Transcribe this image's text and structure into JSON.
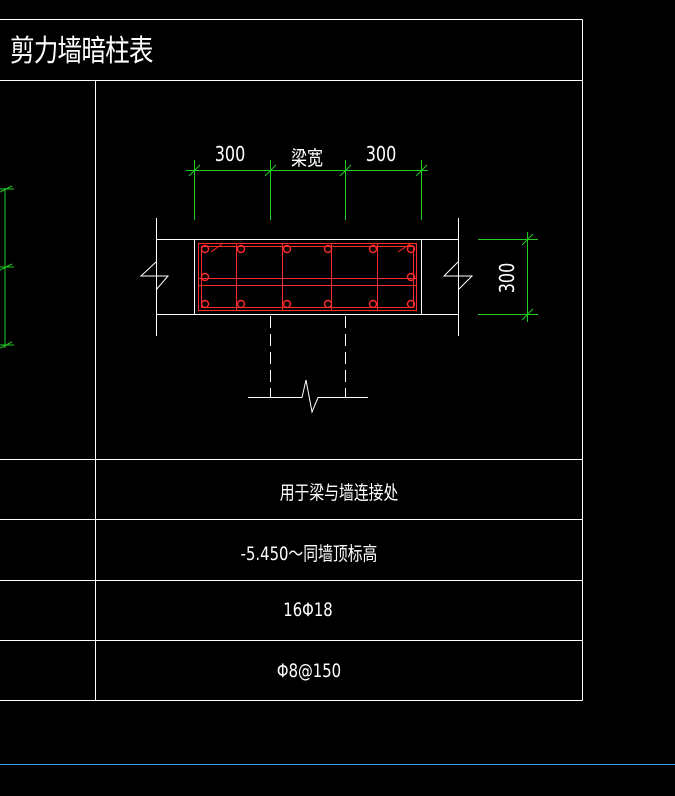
{
  "title": "剪力墙暗柱表",
  "dimensions": {
    "left_width": "300",
    "middle_label": "梁宽",
    "right_width": "300",
    "height": "300"
  },
  "rows": {
    "usage": "用于梁与墙连接处",
    "elevation": "-5.450～同墙顶标高",
    "longitudinal_rebar": "16Φ18",
    "stirrup": "Φ8@150"
  },
  "colors": {
    "background": "#000000",
    "table_line": "#ffffff",
    "dimension_line": "#22cc22",
    "rebar": "#ff2a2a",
    "status_line": "#3aa0e0"
  }
}
